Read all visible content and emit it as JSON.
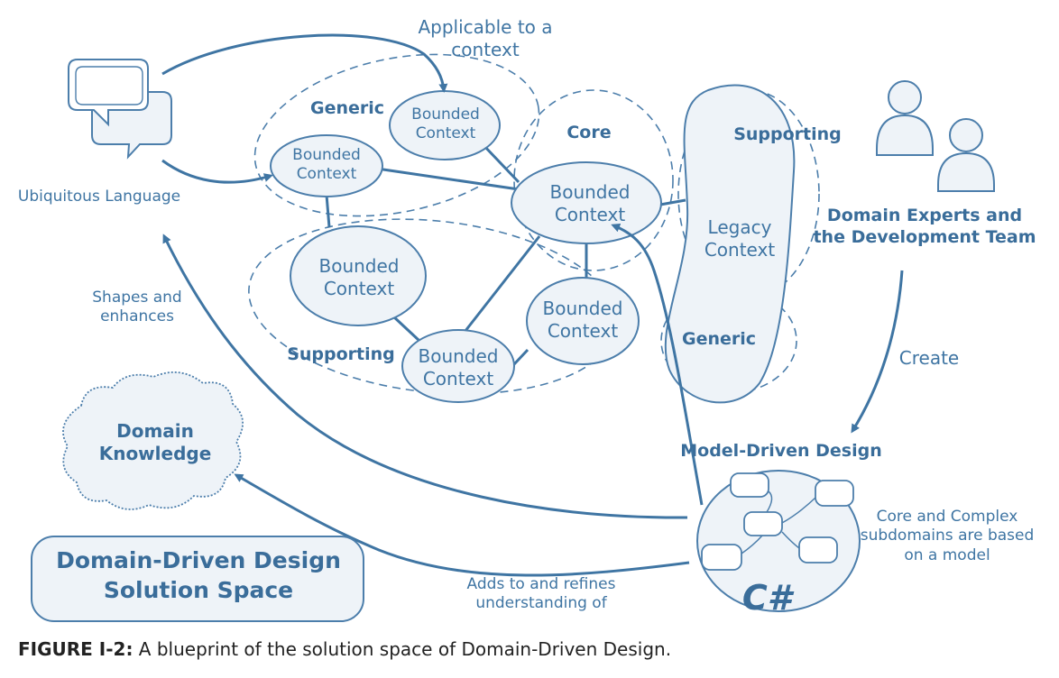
{
  "labels": {
    "applicable": "Applicable to a\ncontext",
    "ubiquitous": "Ubiquitous Language",
    "shapes": "Shapes and\nenhances",
    "domain_knowledge": "Domain\nKnowledge",
    "adds_to": "Adds to and refines\nunderstanding of",
    "create": "Create",
    "domain_experts": "Domain Experts and\nthe Development Team",
    "model_driven": "Model-Driven Design",
    "core_complex": "Core and Complex\nsubdomains are based\non a model",
    "csharp": "C#"
  },
  "regions": {
    "generic_top": "Generic",
    "core": "Core",
    "supporting_right": "Supporting",
    "supporting_left": "Supporting",
    "generic_right": "Generic"
  },
  "contexts": {
    "bc1": "Bounded\nContext",
    "bc2": "Bounded\nContext",
    "bc3": "Bounded\nContext",
    "bc4": "Bounded\nContext",
    "bc5": "Bounded\nContext",
    "bc6": "Bounded\nContext",
    "legacy": "Legacy\nContext"
  },
  "title_box": "Domain-Driven Design\nSolution Space",
  "caption": {
    "label": "FIGURE I-2:",
    "text": " A blueprint of the solution space of Domain-Driven Design."
  },
  "colors": {
    "primary": "#3f75a3",
    "fill": "#eef3f8"
  }
}
